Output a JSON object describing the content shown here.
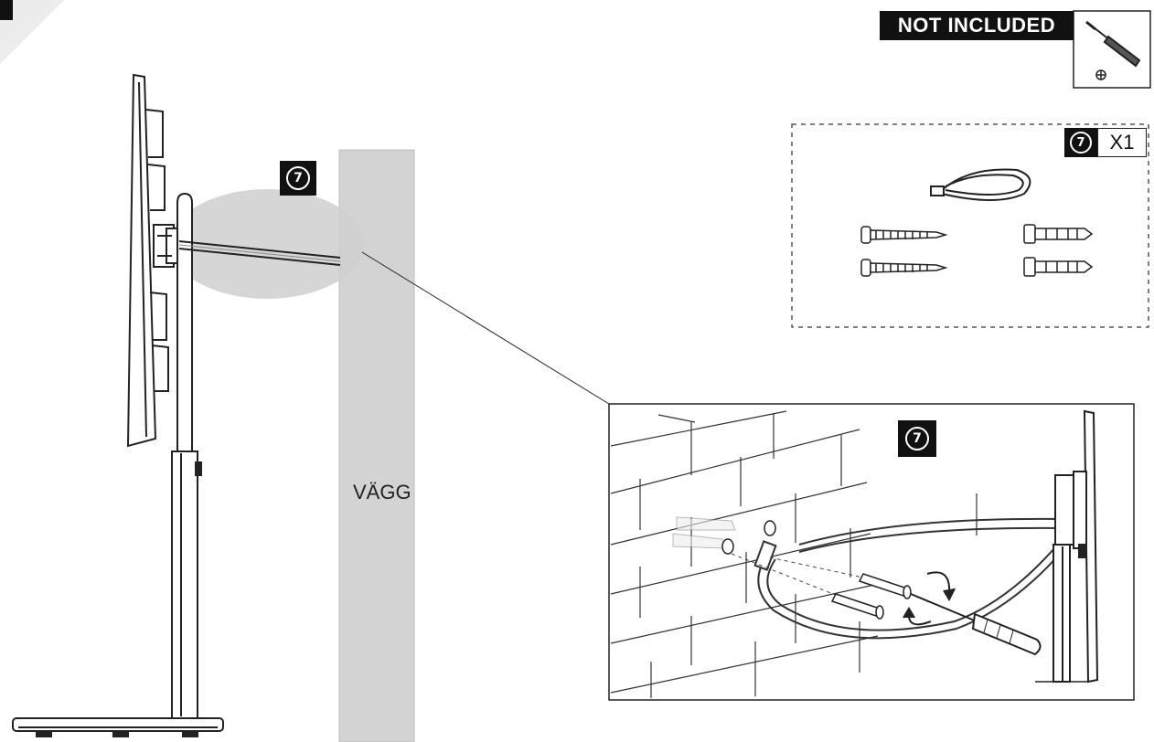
{
  "header": {
    "not_included_label": "NOT INCLUDED"
  },
  "steps": {
    "main_step_number": "7",
    "kit_step_number": "7",
    "detail_step_number": "7"
  },
  "kit": {
    "quantity_label": "X1"
  },
  "wall": {
    "label": "VÄGG"
  },
  "icons": {
    "tool": "screwdriver-icon",
    "phillips": "phillips-head-icon",
    "strap": "safety-strap-icon",
    "screw": "screw-icon",
    "anchor": "wall-anchor-icon"
  },
  "colors": {
    "badge_bg": "#111111",
    "wall_fill": "#d3d3d3",
    "highlight_fill": "#cfcfcf",
    "line": "#222222"
  }
}
